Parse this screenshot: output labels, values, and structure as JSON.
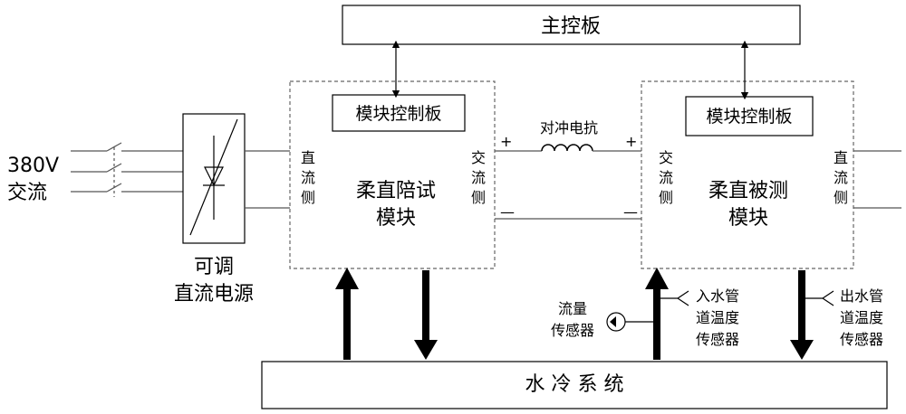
{
  "main_control_board": "主控板",
  "module_control_board": "模块控制板",
  "source": {
    "line1": "380V",
    "line2": "交流"
  },
  "dc_supply": {
    "line1": "可调",
    "line2": "直流电源"
  },
  "companion_module": {
    "line1": "柔直陪试",
    "line2": "模块"
  },
  "test_module": {
    "line1": "柔直被测",
    "line2": "模块"
  },
  "dc_side_vertical": [
    "直",
    "流",
    "侧"
  ],
  "ac_side_vertical": [
    "交",
    "流",
    "侧"
  ],
  "reactor_label": "对冲电抗",
  "plus": "+",
  "minus": "—",
  "flow_sensor": {
    "line1": "流量",
    "line2": "传感器"
  },
  "inlet_sensor": {
    "line1": "入水管",
    "line2": "道温度",
    "line3": "传感器"
  },
  "outlet_sensor": {
    "line1": "出水管",
    "line2": "道温度",
    "line3": "传感器"
  },
  "cooling_system": "水 冷 系 统"
}
